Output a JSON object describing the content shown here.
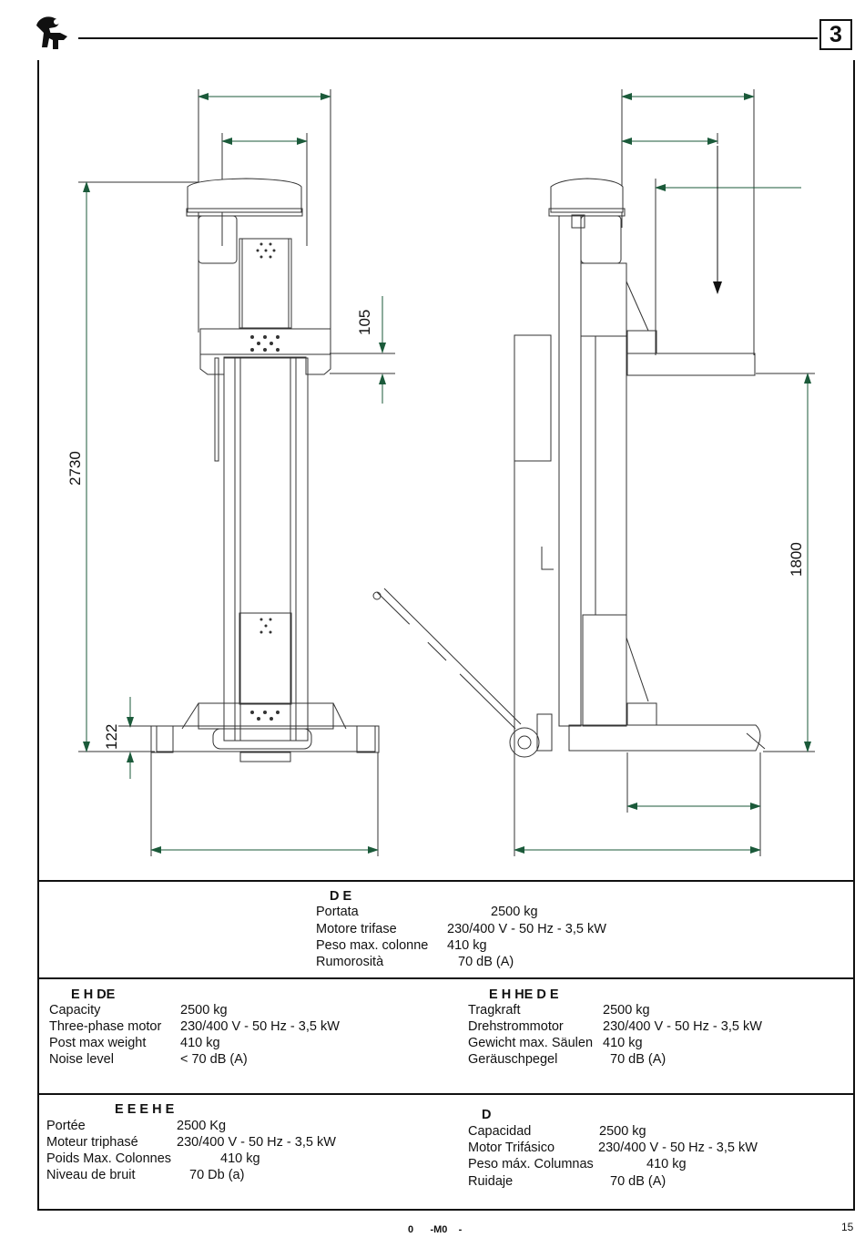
{
  "header": {
    "page_section": "3"
  },
  "drawing": {
    "dim_105": "105",
    "dim_2730": "2730",
    "dim_122": "122",
    "dim_1800": "1800"
  },
  "it": {
    "title": "D      E",
    "rows": [
      {
        "label": "Portata",
        "value": "2500 kg"
      },
      {
        "label": "Motore trifase",
        "value": "230/400 V - 50 Hz - 3,5 kW"
      },
      {
        "label": "Peso max. colonne",
        "value": "410 kg"
      },
      {
        "label": "Rumorosità",
        "value": "70 dB (A)"
      }
    ]
  },
  "en": {
    "title": "E  H        DE",
    "rows": [
      {
        "label": "Capacity",
        "value": "2500 kg"
      },
      {
        "label": "Three-phase motor",
        "value": "230/400 V - 50 Hz - 3,5 kW"
      },
      {
        "label": "Post max weight",
        "value": "410 kg"
      },
      {
        "label": "Noise level",
        "value": "< 70 dB (A)"
      }
    ]
  },
  "de": {
    "title": "E  H       HE D    E",
    "rows": [
      {
        "label": "Tragkraft",
        "value": "2500 kg"
      },
      {
        "label": "Drehstrommotor",
        "value": "230/400 V - 50 Hz - 3,5 kW"
      },
      {
        "label": "Gewicht max. Säulen",
        "value": "410 kg"
      },
      {
        "label": "Geräuschpegel",
        "value": "70 dB (A)"
      }
    ]
  },
  "fr": {
    "title": "E            E   E  H       E",
    "rows": [
      {
        "label": "Portée",
        "value": "2500 Kg"
      },
      {
        "label": "Moteur triphasé",
        "value": "230/400 V -  50 Hz - 3,5 kW"
      },
      {
        "label": "Poids Max. Colonnes",
        "value": "410 kg"
      },
      {
        "label": "Niveau de bruit",
        "value": "70 Db (a)"
      }
    ]
  },
  "es": {
    "title": "D",
    "rows": [
      {
        "label": "Capacidad",
        "value": "2500 kg"
      },
      {
        "label": "Motor Trifásico",
        "value": "230/400 V - 50 Hz - 3,5 kW"
      },
      {
        "label": "Peso máx. Columnas",
        "value": "410  kg"
      },
      {
        "label": "Ruidaje",
        "value": "70 dB (A)"
      }
    ]
  },
  "footer": {
    "code": "0      -M0    -",
    "page_number": "15"
  }
}
